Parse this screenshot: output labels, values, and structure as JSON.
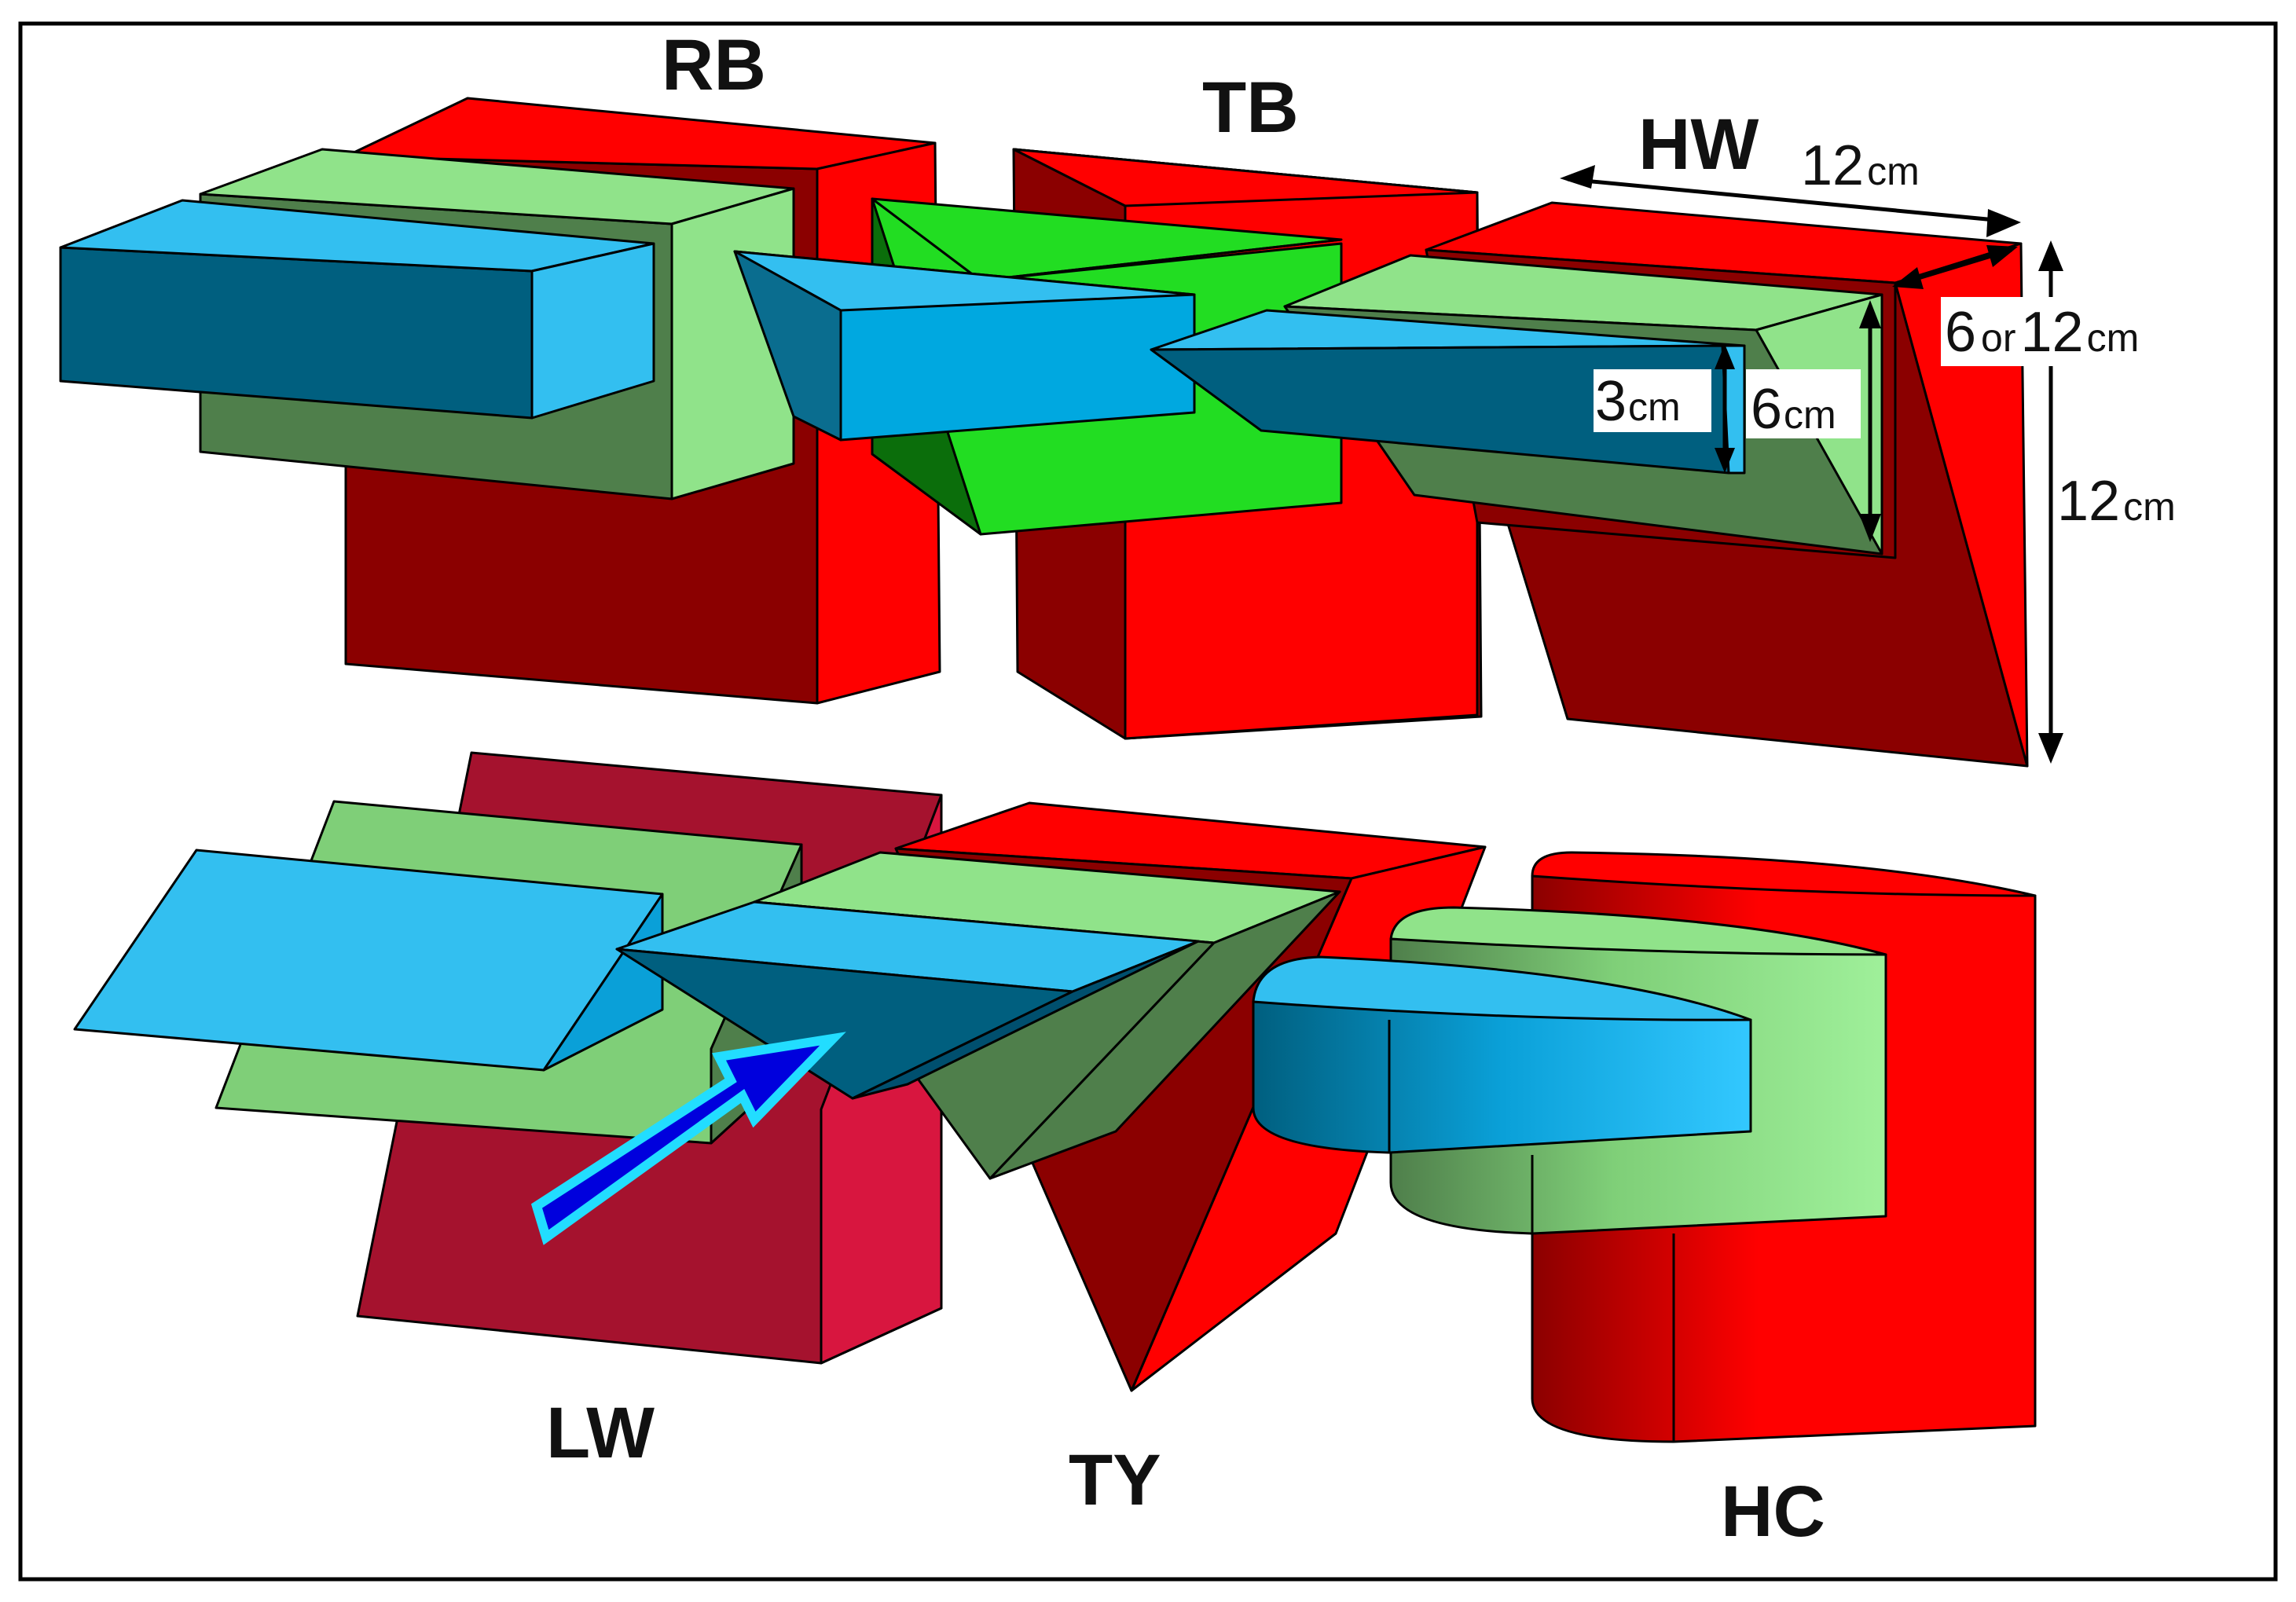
{
  "labels": {
    "rb": "RB",
    "tb": "TB",
    "hw": "HW",
    "lw": "LW",
    "ty": "TY",
    "hc": "HC"
  },
  "dimensions": {
    "hw_width_num": "12",
    "hw_width_unit": "cm",
    "depth_a": "6",
    "depth_or": "or",
    "depth_b": "12",
    "depth_unit": "cm",
    "hw_height_num": "12",
    "hw_height_unit": "cm",
    "blue_height_num": "3",
    "blue_height_unit": "cm",
    "green_height_num": "6",
    "green_height_unit": "cm"
  },
  "colors": {
    "red_light": "#ff0000",
    "red_dark": "#8b0000",
    "crimson": "#a5122e",
    "crimson_light": "#d8163f",
    "green_light": "#90e38a",
    "green_dark": "#4f7f4b",
    "green_bright": "#22dd22",
    "blue_light": "#33bff0",
    "blue_dark": "#005f7f",
    "arrow_fill": "#0000dd",
    "arrow_outline": "#22ddff"
  }
}
